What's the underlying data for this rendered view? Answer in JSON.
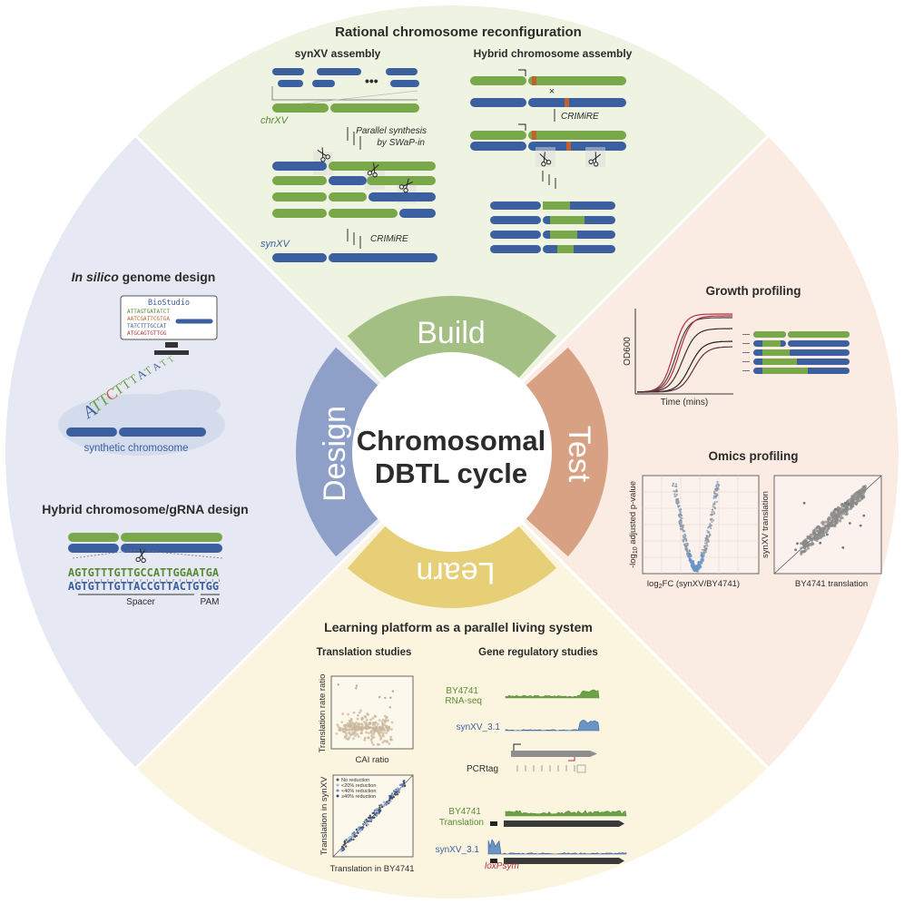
{
  "colors": {
    "build": "#a3bf83",
    "test": "#d9a184",
    "learn": "#e6cf77",
    "design": "#8e9fc8",
    "build_bg": "#eef3e2",
    "test_bg": "#fbece3",
    "learn_bg": "#fbf5e0",
    "design_bg": "#e6e9f3",
    "green_chr": "#78a84a",
    "blue_chr": "#3b5f9f",
    "orange_mark": "#c0622e",
    "scatter": "#8a8a8a",
    "signal_green": "#6aa347",
    "signal_blue": "#6a94c4",
    "red_line": "#b03040"
  },
  "center": {
    "line1": "Chromosomal",
    "line2": "DBTL cycle"
  },
  "segments": {
    "build": "Build",
    "test": "Test",
    "learn": "Learn",
    "design": "Design"
  },
  "build": {
    "title": "Rational chromosome reconfiguration",
    "synxv_assembly": {
      "title": "synXV assembly",
      "chrxv_label": "chrXV",
      "parallel_label_1": "Parallel synthesis",
      "parallel_label_2": "by SWaP-in",
      "crimire_label": "CRIMiRE",
      "synxv_label": "synXV",
      "dots": "•••"
    },
    "hybrid_assembly": {
      "title": "Hybrid chromosome assembly",
      "cross_mark": "×",
      "crimire_label": "CRIMiRE"
    }
  },
  "design": {
    "silico_title_italic": "In silico",
    "silico_title_rest": " genome design",
    "biostudio": {
      "title": "BioStudio",
      "lines": [
        "ATTAGTGATATCT",
        "AATCGATTCGTGA",
        "TATCTTTGCCAT",
        "ATGCAGTGTTGG"
      ]
    },
    "floating_seq": "ATTCTTTATATT",
    "synthetic_label": "synthetic chromosome",
    "grna_title": "Hybrid chromosome/gRNA design",
    "seq_top": "AGTGTTTGTTGCCATTGGAATGA",
    "seq_bottom": "AGTGTTTGTTACCGTTACTGTGG",
    "spacer_label": "Spacer",
    "pam_label": "PAM"
  },
  "test": {
    "growth_title": "Growth profiling",
    "growth_ylabel": "OD600",
    "growth_xlabel": "Time (mins)",
    "omics_title": "Omics profiling",
    "volcano_ylabel_prefix": "-log",
    "volcano_ylabel_sub": "10",
    "volcano_ylabel_suffix": " adjusted p-value",
    "volcano_xlabel_prefix": "log",
    "volcano_xlabel_sub": "2",
    "volcano_xlabel_suffix": "FC (synXV/BY4741)",
    "scatter_ylabel": "synXV translation",
    "scatter_xlabel": "BY4741 translation"
  },
  "learn": {
    "title": "Learning platform as a parallel living system",
    "translation_title": "Translation studies",
    "regulatory_title": "Gene regulatory studies",
    "cai_ylabel": "Translation rate ratio",
    "cai_xlabel": "CAI ratio",
    "trans_ylabel": "Translation in synXV",
    "trans_xlabel": "Translation in BY4741",
    "legend": [
      "No reduction",
      "<20% reduction",
      "<40% reduction",
      "≥40% reduction"
    ],
    "by4741_rnaseq_1": "BY4741",
    "by4741_rnaseq_2": "RNA-seq",
    "synxv_31_a": "synXV_3.1",
    "pcrtag_label": "PCRtag",
    "by4741_trans_1": "BY4741",
    "by4741_trans_2": "Translation",
    "synxv_31_b": "synXV_3.1",
    "loxpsym_label": "loxPsym"
  }
}
